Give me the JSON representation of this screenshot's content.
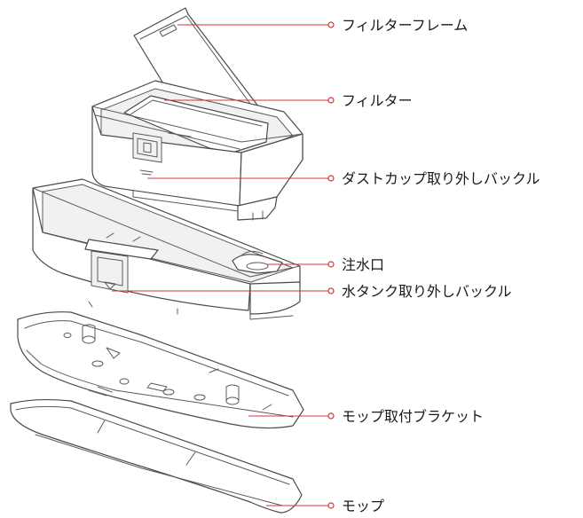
{
  "callouts": [
    {
      "id": "filter-frame",
      "label": "フィルターフレーム"
    },
    {
      "id": "filter",
      "label": "フィルター"
    },
    {
      "id": "dustcup-buckle",
      "label": "ダストカップ取り外しバックル"
    },
    {
      "id": "water-inlet",
      "label": "注水口"
    },
    {
      "id": "watertank-buckle",
      "label": "水タンク取り外しバックル"
    },
    {
      "id": "mop-bracket",
      "label": "モップ取付ブラケット"
    },
    {
      "id": "mop",
      "label": "モップ"
    }
  ],
  "colors": {
    "leader": "#d9303a",
    "outline": "#4a4a4a"
  }
}
